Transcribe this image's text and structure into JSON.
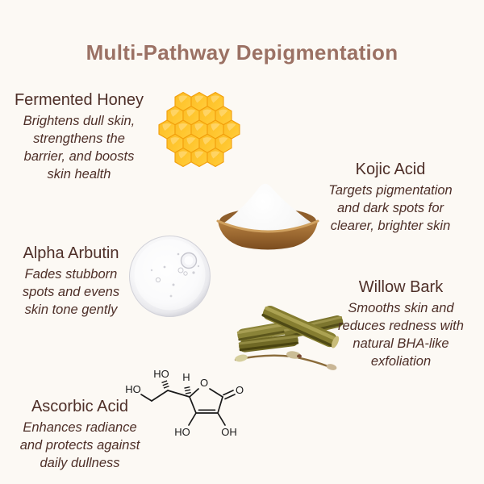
{
  "title": "Multi-Pathway Depigmentation",
  "colors": {
    "background": "#FCF9F4",
    "title": "#9B7164",
    "body_text": "#4E2F28",
    "honey_gold": "#FFC125",
    "bowl_wood": "#A06B32",
    "bark_olive": "#7C752E",
    "molecule_ink": "#1A1A1A"
  },
  "sections": [
    {
      "id": "fermented-honey",
      "name": "Fermented Honey",
      "description": "Brightens dull skin,\nstrengthens the\nbarrier, and boosts\nskin health",
      "icon": "honeycomb-icon"
    },
    {
      "id": "kojic-acid",
      "name": "Kojic Acid",
      "description": "Targets pigmentation\nand dark spots for\nclearer, brighter skin",
      "icon": "powder-bowl-icon"
    },
    {
      "id": "alpha-arbutin",
      "name": "Alpha Arbutin",
      "description": "Fades stubborn\nspots and evens\nskin tone gently",
      "icon": "gel-droplet-icon"
    },
    {
      "id": "willow-bark",
      "name": "Willow Bark",
      "description": "Smooths skin and\nreduces redness with\nnatural BHA-like\nexfoliation",
      "icon": "willow-bark-icon"
    },
    {
      "id": "ascorbic-acid",
      "name": "Ascorbic Acid",
      "description": "Enhances radiance\nand protects against\ndaily dullness",
      "icon": "ascorbic-acid-molecule-icon"
    }
  ],
  "molecule_labels": {
    "ho_top": "HO",
    "h": "H",
    "ring_o": "O",
    "carbonyl_o": "O",
    "ho_left": "HO",
    "ho_bottom": "HO",
    "oh_bottom": "OH"
  }
}
